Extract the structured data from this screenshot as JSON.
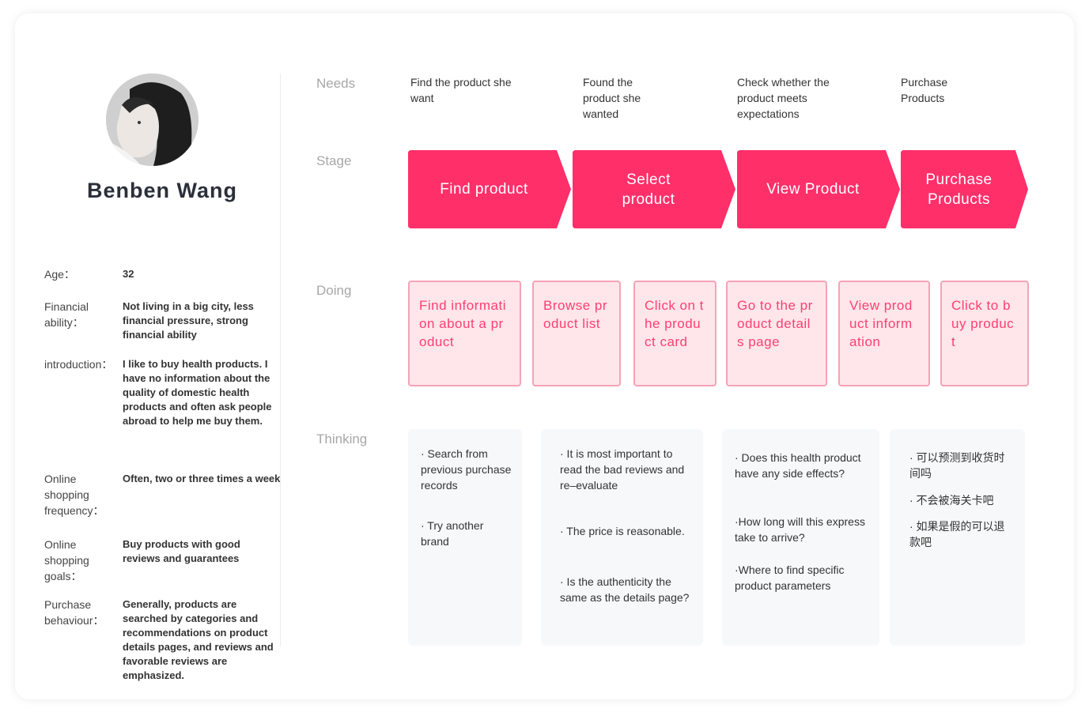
{
  "persona": {
    "name": "Benben Wang",
    "attributes": [
      {
        "key": "Age：",
        "value": "32"
      },
      {
        "key": "Financial ability：",
        "value": "Not living in a big city, less financial pressure, strong financial ability"
      },
      {
        "key": "introduction：",
        "value": "I like to buy health products. I have no information about the quality of domestic health products and often ask people abroad to help me buy them."
      },
      {
        "key": "Online shopping frequency：",
        "value": "Often, two or three times a week"
      },
      {
        "key": "Online shopping goals：",
        "value": "Buy products with good reviews and guarantees"
      },
      {
        "key": "Purchase behaviour：",
        "value": "Generally, products are searched by categories and recommendations on product details pages, and reviews and favorable reviews are emphasized."
      }
    ]
  },
  "rows": {
    "needs": "Needs",
    "stage": "Stage",
    "doing": "Doing",
    "thinking": "Thinking"
  },
  "needs": [
    "Find the product she want",
    "Found the product she wanted",
    "Check whether the product meets expectations",
    "Purchase Products"
  ],
  "stages": [
    "Find product",
    "Select product",
    "View Product",
    "Purchase Products"
  ],
  "doing": [
    "Find information about a product",
    "Browse product list",
    "Click on the product card",
    "Go to the product details page",
    "View product information",
    "Click to buy product"
  ],
  "thinking": [
    [
      "· Search from previous purchase records",
      "· Try another brand"
    ],
    [
      "· It is most important to read the bad reviews and re–evaluate",
      "· The price is reasonable.",
      "· Is the authenticity the same as the details page?"
    ],
    [
      "· Does this health product have any side effects?",
      "·How long will this express take to arrive?",
      "·Where to find specific product parameters"
    ],
    [
      "· 可以预测到收货时间吗",
      "· 不会被海关卡吧",
      "· 如果是假的可以退款吧"
    ]
  ],
  "colors": {
    "stage_fill": "#ff2f6a",
    "doing_fill": "#ffe6ea",
    "doing_border": "#f5a3b6",
    "doing_text": "#ff3f72",
    "thinking_fill": "#f7f8fa",
    "row_label": "#a7a7a7"
  }
}
